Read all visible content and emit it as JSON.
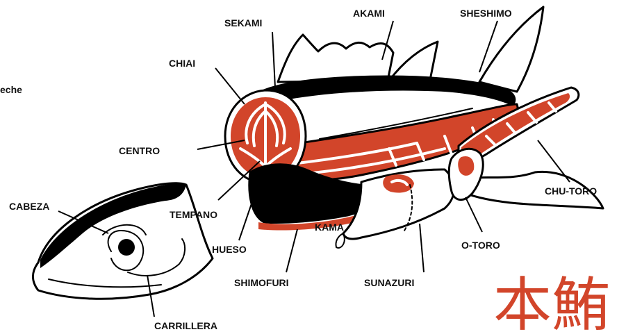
{
  "colors": {
    "accent": "#d2452a",
    "ink": "#000000",
    "background": "#ffffff"
  },
  "labels": {
    "leche": "eche",
    "sekami": "SEKAMI",
    "akami": "AKAMI",
    "sheshimo": "SHESHIMO",
    "chiai": "CHIAI",
    "centro": "CENTRO",
    "cabeza": "CABEZA",
    "tempano": "TEMPANO",
    "hueso": "HUESO",
    "kama": "KAMA",
    "shimofuri": "SHIMOFURI",
    "sunazuri": "SUNAZURI",
    "otoro": "O-TORO",
    "chutoro": "CHU-TORO",
    "carrillera": "CARRILLERA"
  },
  "title_kanji": "本鮪"
}
